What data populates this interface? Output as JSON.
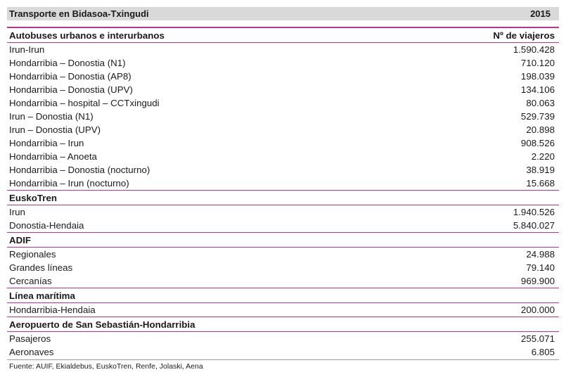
{
  "table": {
    "title": "Transporte en Bidasoa-Txingudi",
    "year": "2015",
    "value_header": "Nº de viajeros",
    "sections": [
      {
        "name": "Autobuses urbanos e interurbanos",
        "rows": [
          {
            "label": "Irun-Irun",
            "value": "1.590.428"
          },
          {
            "label": "Hondarribia – Donostia (N1)",
            "value": "710.120"
          },
          {
            "label": "Hondarribia – Donostia (AP8)",
            "value": "198.039"
          },
          {
            "label": "Hondarribia – Donostia (UPV)",
            "value": "134.106"
          },
          {
            "label": "Hondarribia – hospital – CCTxingudi",
            "value": "80.063"
          },
          {
            "label": "Irun – Donostia (N1)",
            "value": "529.739"
          },
          {
            "label": "Irun – Donostia (UPV)",
            "value": "20.898"
          },
          {
            "label": "Hondarribia – Irun",
            "value": "908.526"
          },
          {
            "label": "Hondarribia – Anoeta",
            "value": "2.220"
          },
          {
            "label": "Hondarribia – Donostia (nocturno)",
            "value": "38.919"
          },
          {
            "label": "Hondarribia – Irun (nocturno)",
            "value": "15.668"
          }
        ]
      },
      {
        "name": "EuskoTren",
        "rows": [
          {
            "label": "Irun",
            "value": "1.940.526"
          },
          {
            "label": "Donostia-Hendaia",
            "value": "5.840.027"
          }
        ]
      },
      {
        "name": "ADIF",
        "rows": [
          {
            "label": "Regionales",
            "value": "24.988"
          },
          {
            "label": "Grandes líneas",
            "value": "79.140"
          },
          {
            "label": "Cercanías",
            "value": "969.900"
          }
        ]
      },
      {
        "name": "Línea marítima",
        "rows": [
          {
            "label": "Hondarribia-Hendaia",
            "value": "200.000"
          }
        ]
      },
      {
        "name": "Aeropuerto de San Sebastián-Hondarribia",
        "rows": [
          {
            "label": "Pasajeros",
            "value": "255.071"
          },
          {
            "label": "Aeronaves",
            "value": "6.805"
          }
        ]
      }
    ],
    "source": "Fuente: AUIF, Ekialdebus, EuskoTren, Renfe, Jolaski, Aena"
  },
  "colors": {
    "accent_rule": "#c0338e",
    "title_bg": "#d9d9d9"
  }
}
